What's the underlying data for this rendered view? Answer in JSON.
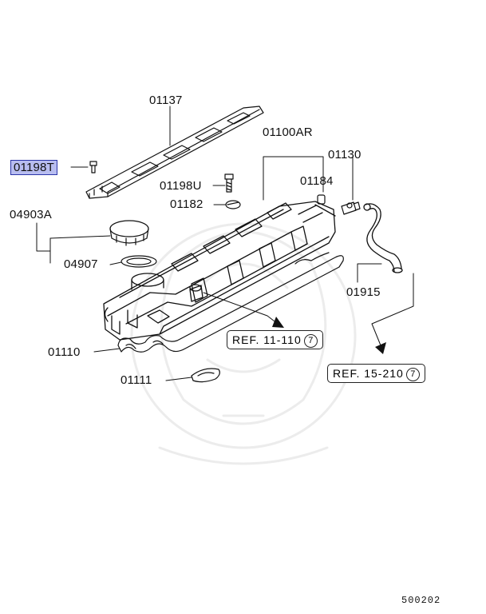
{
  "parts": [
    {
      "id": "p1",
      "label": "01137"
    },
    {
      "id": "p2",
      "label": "01100AR"
    },
    {
      "id": "p3",
      "label": "01130"
    },
    {
      "id": "p4",
      "label": "01198T",
      "highlighted": true
    },
    {
      "id": "p5",
      "label": "01184"
    },
    {
      "id": "p6",
      "label": "01198U"
    },
    {
      "id": "p7",
      "label": "01182"
    },
    {
      "id": "p8",
      "label": "04903A"
    },
    {
      "id": "p9",
      "label": "04907"
    },
    {
      "id": "p10",
      "label": "01915"
    },
    {
      "id": "p11",
      "label": "01110"
    },
    {
      "id": "p12",
      "label": "01111"
    }
  ],
  "references": [
    {
      "text": "REF. 11-110",
      "circled": "7"
    },
    {
      "text": "REF. 15-210",
      "circled": "7"
    }
  ],
  "diagram_code": "500202",
  "colors": {
    "highlight_fill": "#b8bdf0",
    "highlight_border": "#2b35a8",
    "line": "#111111"
  }
}
